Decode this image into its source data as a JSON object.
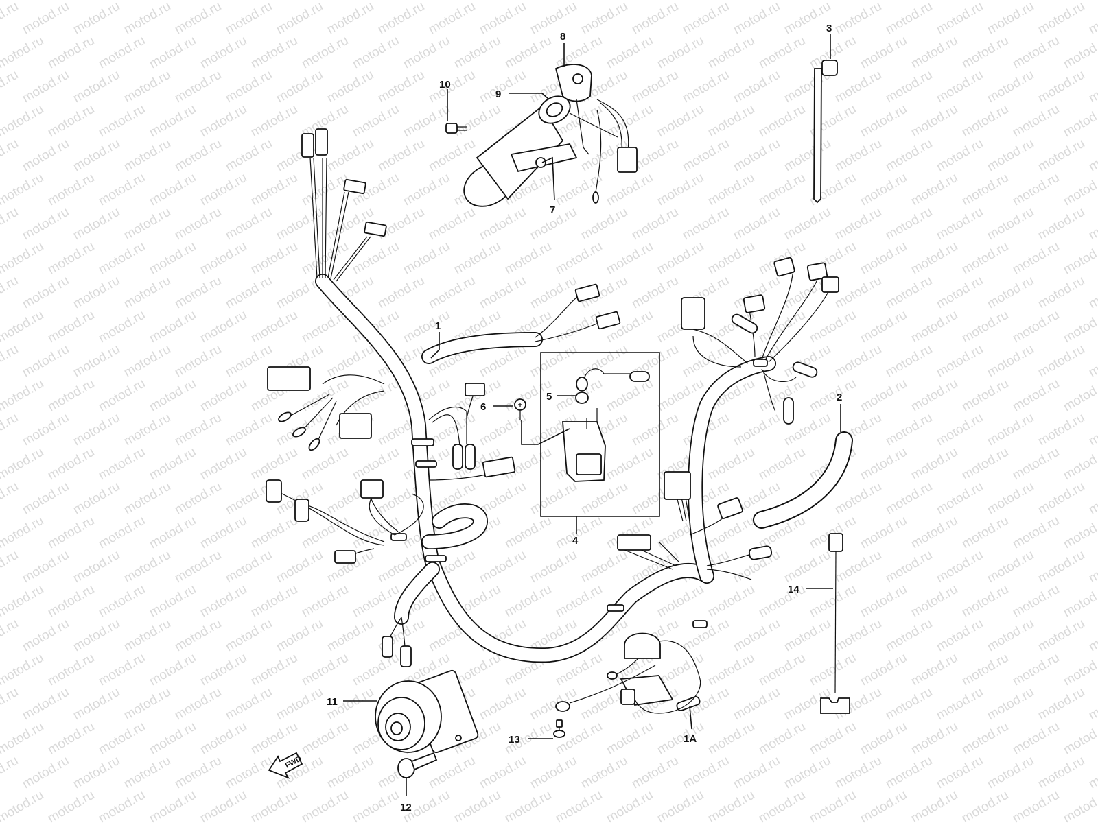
{
  "watermark": {
    "text": "motod.ru"
  },
  "fwd_arrow": {
    "label": "FWD"
  },
  "callouts": [
    {
      "id": "1",
      "label": "1"
    },
    {
      "id": "1A",
      "label": "1A"
    },
    {
      "id": "2",
      "label": "2"
    },
    {
      "id": "3",
      "label": "3"
    },
    {
      "id": "4",
      "label": "4"
    },
    {
      "id": "5",
      "label": "5"
    },
    {
      "id": "6",
      "label": "6"
    },
    {
      "id": "7",
      "label": "7"
    },
    {
      "id": "8",
      "label": "8"
    },
    {
      "id": "9",
      "label": "9"
    },
    {
      "id": "10",
      "label": "10"
    },
    {
      "id": "11",
      "label": "11"
    },
    {
      "id": "12",
      "label": "12"
    },
    {
      "id": "13",
      "label": "13"
    },
    {
      "id": "14",
      "label": "14"
    }
  ]
}
